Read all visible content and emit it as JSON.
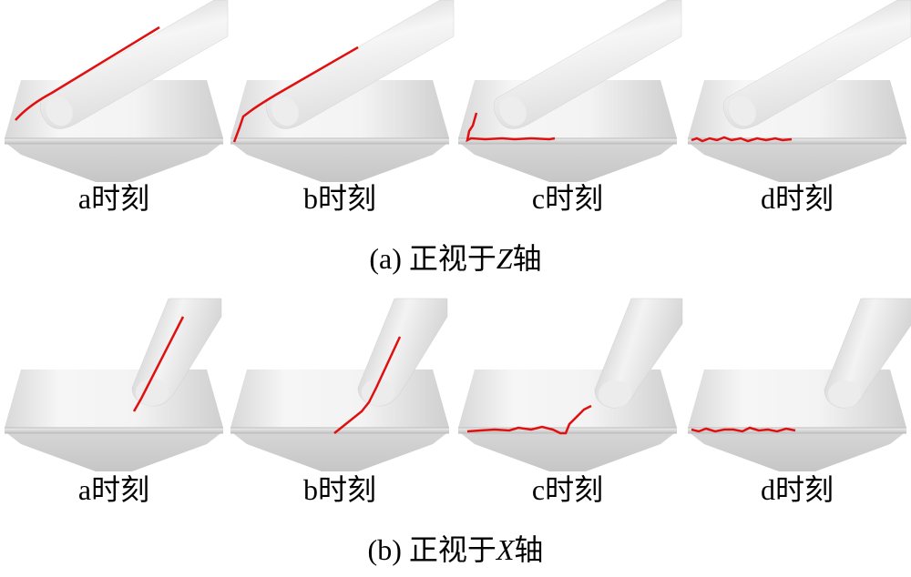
{
  "rows": [
    {
      "panels": [
        {
          "label": "a时刻"
        },
        {
          "label": "b时刻"
        },
        {
          "label": "c时刻"
        },
        {
          "label": "d时刻"
        }
      ],
      "caption": {
        "prefix": "(a)  正视于",
        "axis": "Z",
        "suffix": "轴"
      }
    },
    {
      "panels": [
        {
          "label": "a时刻"
        },
        {
          "label": "b时刻"
        },
        {
          "label": "c时刻"
        },
        {
          "label": "d时刻"
        }
      ],
      "caption": {
        "prefix": "(b)  正视于",
        "axis": "X",
        "suffix": "轴"
      }
    }
  ],
  "colors": {
    "crack": "#e01010",
    "body_light": "#f4f4f4",
    "body_mid": "#d6d6d6",
    "body_dark": "#b4b4b4",
    "background": "#ffffff"
  }
}
